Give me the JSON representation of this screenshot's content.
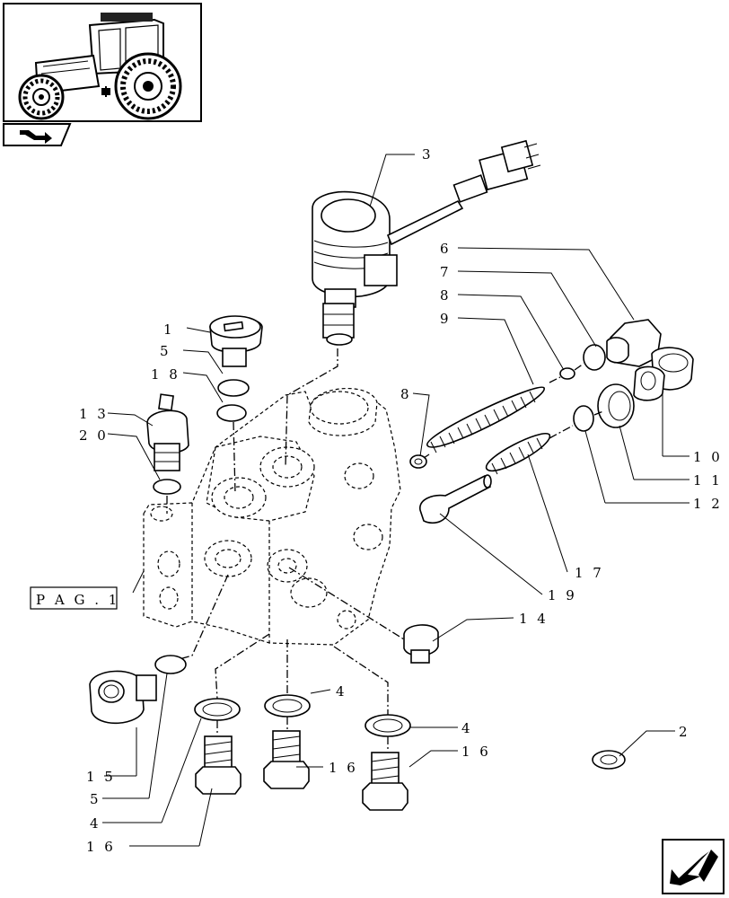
{
  "callouts": [
    {
      "id": "c3",
      "text": "3"
    },
    {
      "id": "c1",
      "text": "1"
    },
    {
      "id": "c5a",
      "text": "5"
    },
    {
      "id": "c18",
      "text": "1 8"
    },
    {
      "id": "c13",
      "text": "1 3"
    },
    {
      "id": "c20",
      "text": "2 0"
    },
    {
      "id": "c6",
      "text": "6"
    },
    {
      "id": "c7",
      "text": "7"
    },
    {
      "id": "c8a",
      "text": "8"
    },
    {
      "id": "c9",
      "text": "9"
    },
    {
      "id": "c8b",
      "text": "8"
    },
    {
      "id": "c10",
      "text": "1 0"
    },
    {
      "id": "c11",
      "text": "1 1"
    },
    {
      "id": "c12",
      "text": "1 2"
    },
    {
      "id": "c17",
      "text": "1 7"
    },
    {
      "id": "c19",
      "text": "1 9"
    },
    {
      "id": "c14",
      "text": "1 4"
    },
    {
      "id": "c4a",
      "text": "4"
    },
    {
      "id": "c4b",
      "text": "4"
    },
    {
      "id": "c16a",
      "text": "1 6"
    },
    {
      "id": "c16b",
      "text": "1 6"
    },
    {
      "id": "c2",
      "text": "2"
    },
    {
      "id": "c15",
      "text": "1 5"
    },
    {
      "id": "c5b",
      "text": "5"
    },
    {
      "id": "c4c",
      "text": "4"
    },
    {
      "id": "c16c",
      "text": "1 6"
    }
  ],
  "page_reference": "P A G . 1",
  "icons": {
    "thumbnail": "tractor-thumbnail-icon",
    "section": "section-arrow-icon",
    "navigation": "next-page-arrow-icon"
  }
}
